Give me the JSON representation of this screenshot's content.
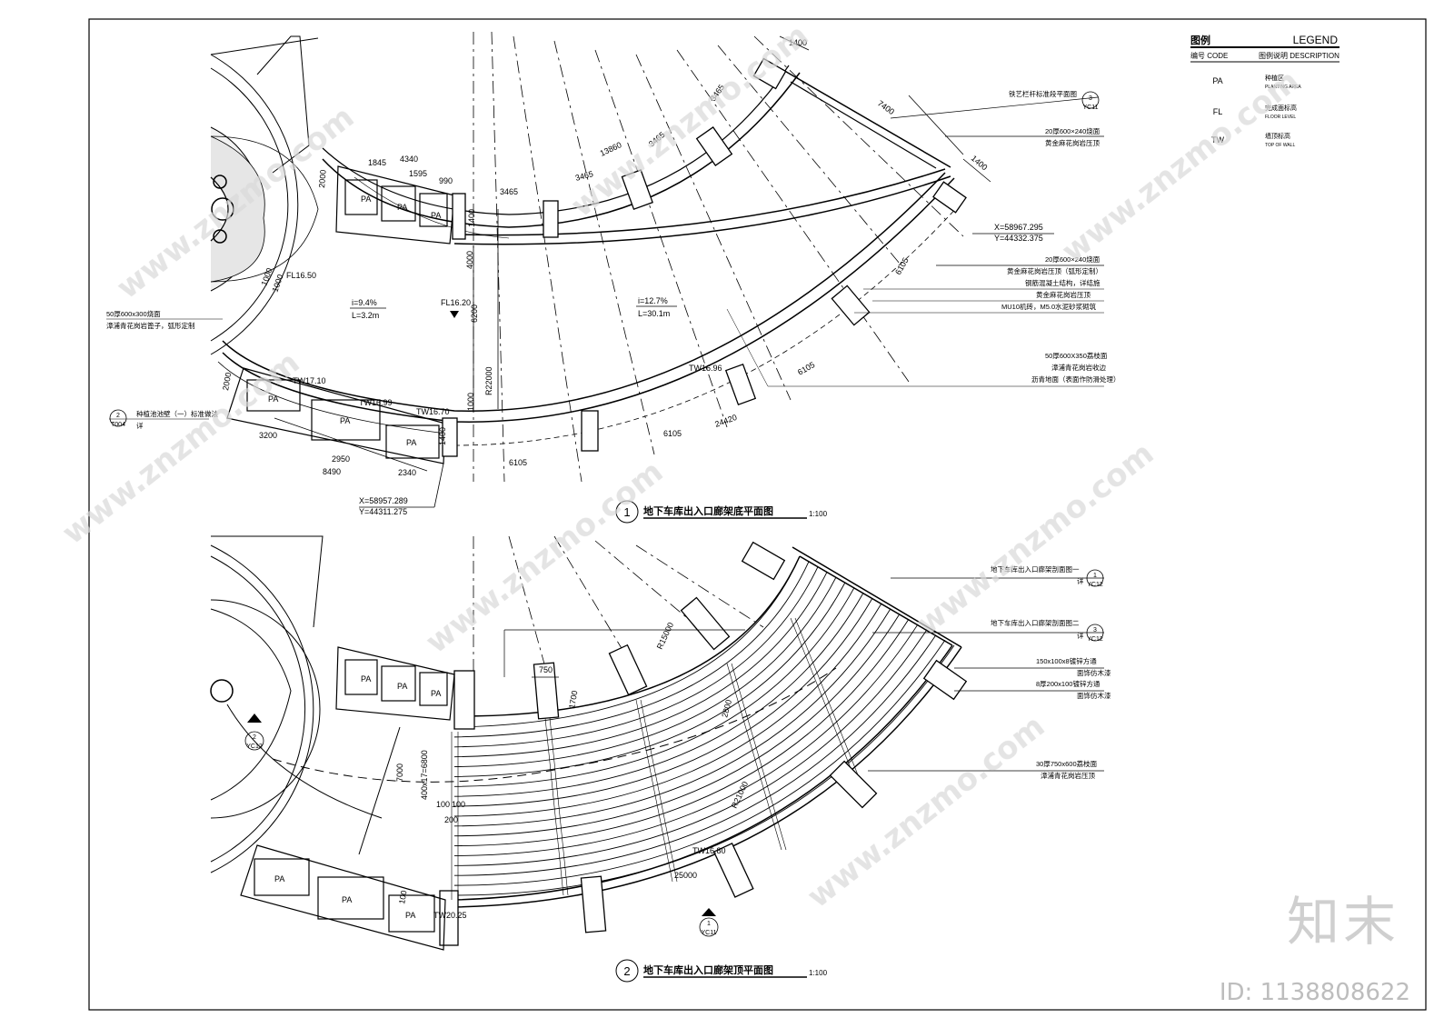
{
  "legend": {
    "title_cn": "图例",
    "title_en": "LEGEND",
    "col_code": "编号 CODE",
    "col_desc": "图例说明 DESCRIPTION",
    "rows": [
      {
        "code": "PA",
        "cn": "种植区",
        "en": "PLANTING AREA"
      },
      {
        "code": "FL",
        "cn": "完成面标高",
        "en": "FLOOR LEVEL"
      },
      {
        "code": "TW",
        "cn": "墙顶标高",
        "en": "TOP OF WALL"
      }
    ]
  },
  "plan1": {
    "number": "1",
    "title": "地下车库出入口廊架底平面图",
    "scale": "1:100",
    "pa_labels": [
      "PA",
      "PA",
      "PA",
      "PA",
      "PA",
      "PA"
    ],
    "dims": [
      "1400",
      "7400",
      "1400",
      "3465",
      "3465",
      "13860",
      "3465",
      "3465",
      "4340",
      "1845",
      "1595",
      "990",
      "2000",
      "4000",
      "1400",
      "1000",
      "1000",
      "2000",
      "6200",
      "R22000",
      "1400",
      "1000",
      "3200",
      "2950",
      "8490",
      "2340",
      "6105",
      "6105",
      "6105",
      "24420",
      "6105"
    ],
    "levels": [
      "FL16.50",
      "FL16.20",
      "TW17.10",
      "TW16.99",
      "TW16.70",
      "TW16.96"
    ],
    "slope_a": "i=9.4%",
    "len_a": "L=3.2m",
    "slope_b": "i=12.7%",
    "len_b": "L=30.1m",
    "coord_a_x": "X=58967.295",
    "coord_a_y": "Y=44332.375",
    "coord_b_x": "X=58957.289",
    "coord_b_y": "Y=44311.275",
    "notes_right": [
      {
        "a": "铁艺栏杆标准段平面图",
        "b": "",
        "ref_top": "3",
        "ref_bot": "YC11"
      },
      {
        "a": "20厚600×240烧面",
        "b": "黄金麻花岗岩压顶"
      },
      {
        "a": "20厚600×240烧面",
        "b": "黄金麻花岗岩压顶（弧形定制）"
      },
      {
        "a": "钢筋混凝土结构，详结施",
        "b": ""
      },
      {
        "a": "黄金麻花岗岩压顶",
        "b": ""
      },
      {
        "a": "MU10机砖，M5.0水泥砂浆砌筑",
        "b": ""
      },
      {
        "a": "50厚600X350荔枝面",
        "b": "漳浦青花岗岩收边"
      },
      {
        "a": "沥青地面（表面作防滑处理）",
        "b": ""
      }
    ],
    "note_left_a": "50厚600x300烧面",
    "note_left_b": "漳浦青花岗岩篦子，弧形定制",
    "ref_left_top": "2",
    "ref_left_bot": "T004",
    "ref_left_text": "种植池池壁（一）标准做法",
    "ref_left_text2": "详"
  },
  "plan2": {
    "number": "2",
    "title": "地下车库出入口廊架顶平面图",
    "scale": "1:100",
    "pa_labels": [
      "PA",
      "PA",
      "PA",
      "PA",
      "PA",
      "PA"
    ],
    "dims": [
      "750",
      "1700",
      "R15000",
      "7000",
      "400x17=6800",
      "100",
      "100",
      "200",
      "2800",
      "R21000",
      "25000",
      "100"
    ],
    "levels": [
      "TW16.80",
      "TW20.25"
    ],
    "notes_right": [
      {
        "a": "地下车库出入口廊架剖面图一",
        "b": "详",
        "ref_top": "1",
        "ref_bot": "YC12"
      },
      {
        "a": "地下车库出入口廊架剖面图二",
        "b": "详",
        "ref_top": "3",
        "ref_bot": "YC12"
      },
      {
        "a": "150x100x8镀锌方通",
        "b": "面饰仿木漆"
      },
      {
        "a": "8厚200x100镀锌方通",
        "b": "面饰仿木漆"
      },
      {
        "a": "30厚750x600荔枝面",
        "b": "漳浦青花岗岩压顶"
      }
    ],
    "ref_left_top": "2",
    "ref_left_bot": "YC12",
    "ref_bottom_top": "1",
    "ref_bottom_bot": "YC11"
  },
  "watermark": "www.znzmo.com",
  "brand": "知末",
  "id_text": "ID: 1138808622"
}
